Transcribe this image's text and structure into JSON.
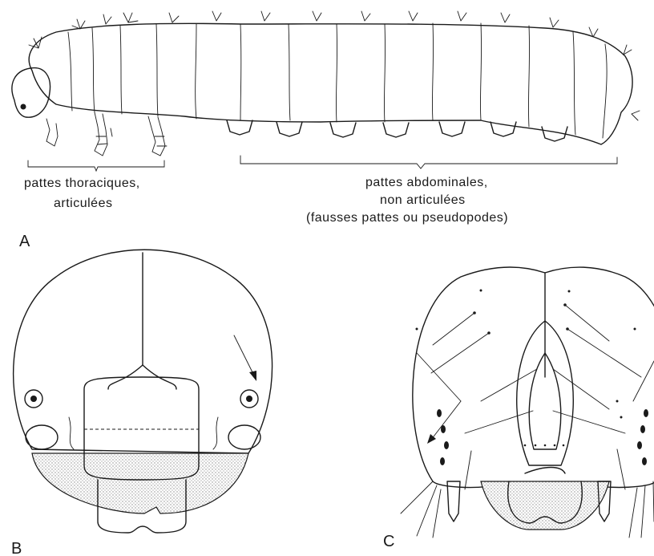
{
  "labels": {
    "thoracic_line1": "pattes thoraciques,",
    "thoracic_line2": "articulées",
    "abdominal_line1": "pattes abdominales,",
    "abdominal_line2": "non articulées",
    "abdominal_line3": "(fausses pattes ou pseudopodes)"
  },
  "panels": {
    "a": "A",
    "b": "B",
    "c": "C"
  },
  "colors": {
    "ink": "#1a1a1a",
    "stipple": "#bdbdbd",
    "paper": "#ffffff"
  }
}
